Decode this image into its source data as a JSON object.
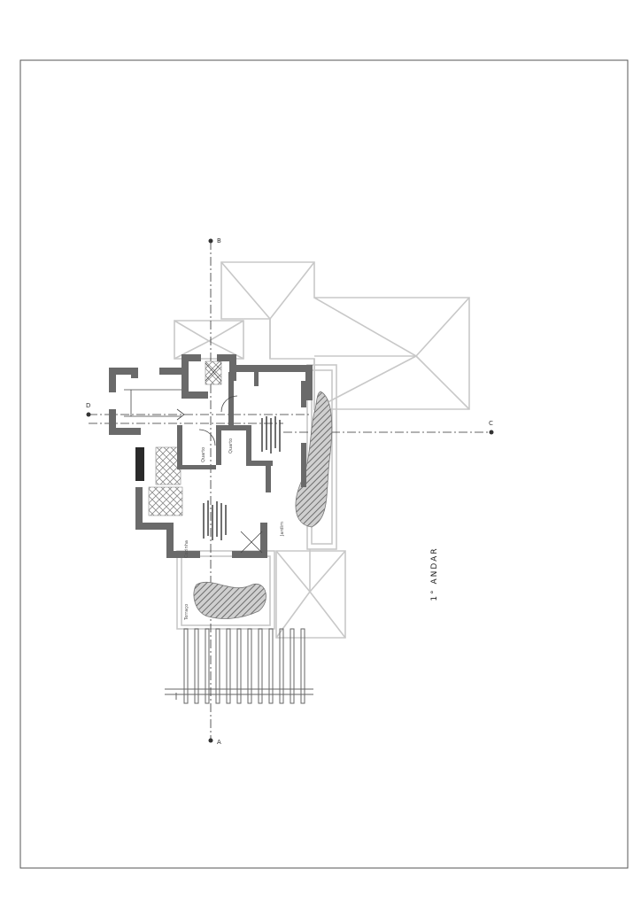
{
  "drawing": {
    "title": "1° ANDAR",
    "axis_markers": {
      "top": "B",
      "left": "D",
      "right": "C",
      "bottom": "A"
    },
    "room_labels": [
      {
        "name": "Quarto"
      },
      {
        "name": "Quarto"
      },
      {
        "name": "Cozinha"
      },
      {
        "name": "Terraço"
      },
      {
        "name": "Jardim"
      }
    ],
    "colors": {
      "wall": "#666666",
      "line": "#333333",
      "roof": "#c9c9c9",
      "hatch": "#7a7a7a"
    }
  }
}
